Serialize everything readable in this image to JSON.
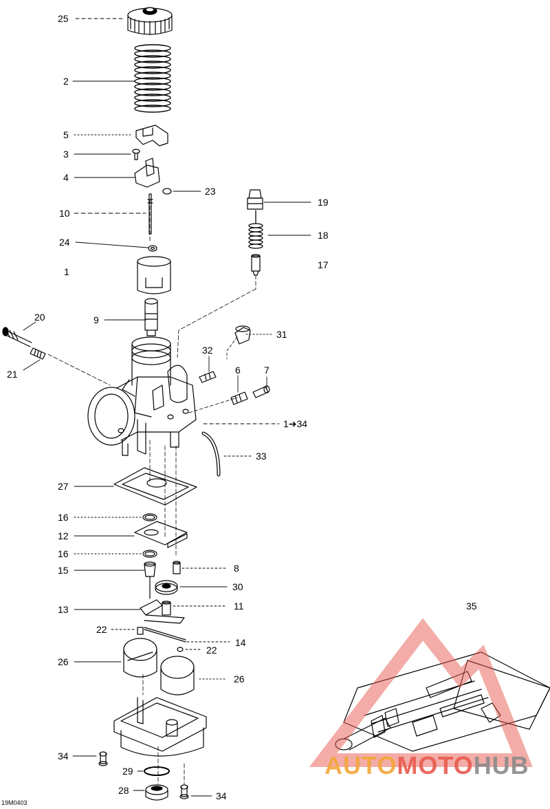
{
  "diagram": {
    "reference_code": "19M0403",
    "callouts": [
      {
        "id": "c25",
        "text": "25"
      },
      {
        "id": "c2",
        "text": "2"
      },
      {
        "id": "c5",
        "text": "5"
      },
      {
        "id": "c3",
        "text": "3"
      },
      {
        "id": "c4",
        "text": "4"
      },
      {
        "id": "c23",
        "text": "23"
      },
      {
        "id": "c19",
        "text": "19"
      },
      {
        "id": "c10",
        "text": "10"
      },
      {
        "id": "c18",
        "text": "18"
      },
      {
        "id": "c24",
        "text": "24"
      },
      {
        "id": "c17",
        "text": "17"
      },
      {
        "id": "c1",
        "text": "1"
      },
      {
        "id": "c9",
        "text": "9"
      },
      {
        "id": "c20",
        "text": "20"
      },
      {
        "id": "c31",
        "text": "31"
      },
      {
        "id": "c32",
        "text": "32"
      },
      {
        "id": "c21",
        "text": "21"
      },
      {
        "id": "c6",
        "text": "6"
      },
      {
        "id": "c7",
        "text": "7"
      },
      {
        "id": "c1to34",
        "text": "1➔34"
      },
      {
        "id": "c33",
        "text": "33"
      },
      {
        "id": "c27",
        "text": "27"
      },
      {
        "id": "c16a",
        "text": "16"
      },
      {
        "id": "c12",
        "text": "12"
      },
      {
        "id": "c16b",
        "text": "16"
      },
      {
        "id": "c8",
        "text": "8"
      },
      {
        "id": "c15",
        "text": "15"
      },
      {
        "id": "c30",
        "text": "30"
      },
      {
        "id": "c13",
        "text": "13"
      },
      {
        "id": "c11",
        "text": "11"
      },
      {
        "id": "c35",
        "text": "35"
      },
      {
        "id": "c22a",
        "text": "22"
      },
      {
        "id": "c14",
        "text": "14"
      },
      {
        "id": "c22b",
        "text": "22"
      },
      {
        "id": "c26a",
        "text": "26"
      },
      {
        "id": "c26b",
        "text": "26"
      },
      {
        "id": "c34a",
        "text": "34"
      },
      {
        "id": "c29",
        "text": "29"
      },
      {
        "id": "c28",
        "text": "28"
      },
      {
        "id": "c34b",
        "text": "34"
      }
    ]
  },
  "watermark": {
    "part1": "AUTO",
    "part2": "MOTO",
    "part3": "HUB",
    "colors": {
      "part1": "#f2a73a",
      "part2": "#e85a4f",
      "part3": "#8a8a8a"
    }
  }
}
